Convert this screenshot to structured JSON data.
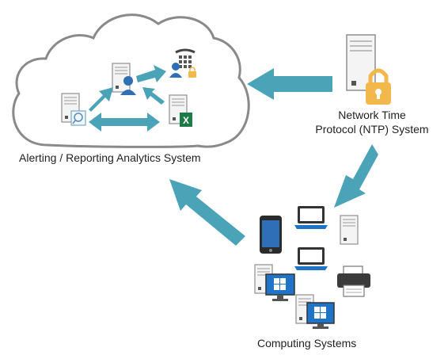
{
  "labels": {
    "cloud_system": "Alerting / Reporting  Analytics System",
    "ntp_line1": "Network Time",
    "ntp_line2": "Protocol (NTP) System",
    "computing_systems": "Computing Systems"
  },
  "spreadsheet_icon_letter": "X",
  "colors": {
    "arrow": "#4ba3b8",
    "cloud_outline": "#8a8a8a",
    "lock": "#f2b84b",
    "screen_blue": "#1f74c8",
    "spreadsheet_green": "#1e7a46",
    "server_body": "#f4f4f4"
  },
  "icons": [
    "cloud-icon",
    "server-magnifier-icon",
    "server-user-icon",
    "phone-keypad-icon",
    "server-spreadsheet-icon",
    "ntp-server-icon",
    "padlock-icon",
    "tablet-icon",
    "laptop-icon",
    "tower-server-icon",
    "desktop-windows-icon",
    "printer-icon"
  ]
}
